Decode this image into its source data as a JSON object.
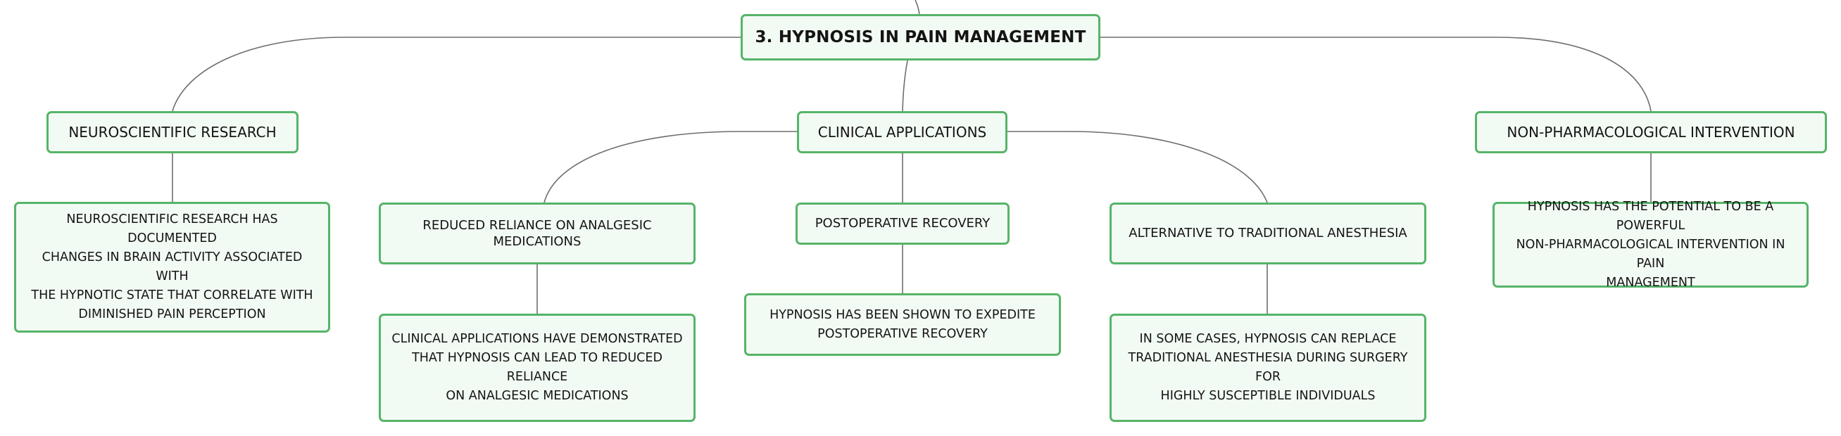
{
  "colors": {
    "node_border": "#56b468",
    "node_fill": "#f2faf4",
    "connector": "#6e6e6e",
    "text": "#141414"
  },
  "mindmap": {
    "root": {
      "label": "3. HYPNOSIS IN PAIN MANAGEMENT"
    },
    "branches": {
      "neuroscientific_research": {
        "label": "NEUROSCIENTIFIC RESEARCH",
        "detail": "NEUROSCIENTIFIC RESEARCH HAS DOCUMENTED\nCHANGES IN BRAIN ACTIVITY ASSOCIATED WITH\nTHE HYPNOTIC STATE THAT CORRELATE WITH\nDIMINISHED PAIN PERCEPTION"
      },
      "clinical_applications": {
        "label": "CLINICAL APPLICATIONS",
        "children": {
          "reduced_reliance": {
            "label": "REDUCED RELIANCE ON ANALGESIC MEDICATIONS",
            "detail": "CLINICAL APPLICATIONS HAVE DEMONSTRATED\nTHAT HYPNOSIS CAN LEAD TO REDUCED RELIANCE\nON ANALGESIC MEDICATIONS"
          },
          "postoperative_recovery": {
            "label": "POSTOPERATIVE RECOVERY",
            "detail": "HYPNOSIS HAS BEEN SHOWN TO EXPEDITE\nPOSTOPERATIVE RECOVERY"
          },
          "alternative_anesthesia": {
            "label": "ALTERNATIVE TO TRADITIONAL ANESTHESIA",
            "detail": "IN SOME CASES, HYPNOSIS CAN REPLACE\nTRADITIONAL ANESTHESIA DURING SURGERY FOR\nHIGHLY SUSCEPTIBLE INDIVIDUALS"
          }
        }
      },
      "non_pharmacological": {
        "label": "NON-PHARMACOLOGICAL INTERVENTION",
        "detail": "HYPNOSIS HAS THE POTENTIAL TO BE A POWERFUL\nNON-PHARMACOLOGICAL INTERVENTION IN PAIN\nMANAGEMENT"
      }
    }
  }
}
